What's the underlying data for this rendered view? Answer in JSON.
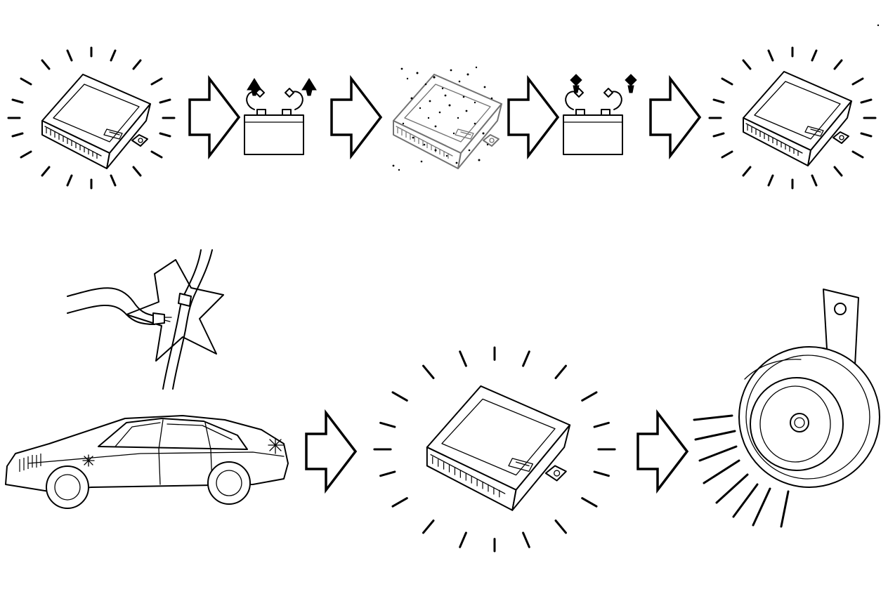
{
  "colors": {
    "ink": "#000000",
    "paper": "#ffffff"
  },
  "figure": {
    "sequence_top": [
      "control-unit-active",
      "flow-arrow",
      "battery-disconnected",
      "flow-arrow",
      "control-unit-cleared",
      "flow-arrow",
      "battery-reconnected",
      "flow-arrow",
      "control-unit-active"
    ],
    "sequence_bottom": [
      "cut-wire-spark",
      "vehicle-with-alarm-indicator",
      "flow-arrow",
      "control-unit-active",
      "flow-arrow",
      "alarm-horn-sounding"
    ],
    "icons": [
      "control-unit-icon",
      "battery-icon",
      "terminal-clamp-icon",
      "arrow-right-icon",
      "spark-icon",
      "car-icon",
      "horn-icon"
    ]
  }
}
